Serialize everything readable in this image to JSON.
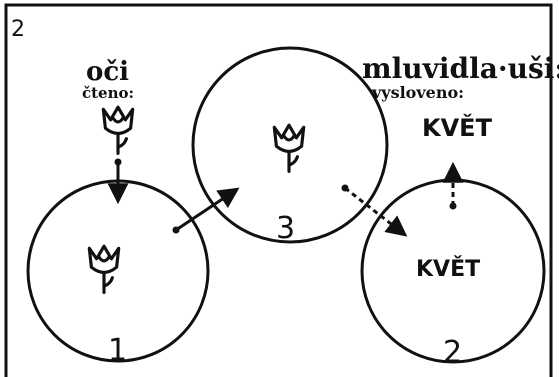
{
  "figure": {
    "panel_number": "2",
    "colors": {
      "ink": "#111111",
      "paper": "#ffffff"
    },
    "left_note": {
      "line1": "oči",
      "line2": "čteno:"
    },
    "right_note": {
      "line1": "mluvidla·uši:",
      "line2": "vysloveno:",
      "word": "KVĚT"
    },
    "circles": [
      {
        "number": "1",
        "content": "flower-icon"
      },
      {
        "number": "3",
        "content": "flower-icon"
      },
      {
        "number": "2",
        "content": "KVĚT"
      }
    ],
    "icons": [
      "flower-icon",
      "arrow-icon"
    ]
  }
}
